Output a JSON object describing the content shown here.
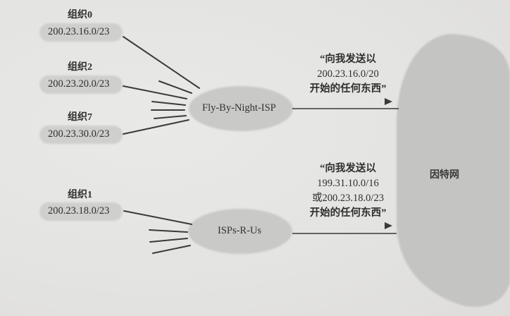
{
  "diagram": {
    "type": "network-route-aggregation",
    "organizations": [
      {
        "name": "组织0",
        "prefix": "200.23.16.0/23",
        "isp": "Fly-By-Night-ISP"
      },
      {
        "name": "组织2",
        "prefix": "200.23.20.0/23",
        "isp": "Fly-By-Night-ISP"
      },
      {
        "name": "组织7",
        "prefix": "200.23.30.0/23",
        "isp": "Fly-By-Night-ISP"
      },
      {
        "name": "组织1",
        "prefix": "200.23.18.0/23",
        "isp": "ISPs-R-Us"
      }
    ],
    "isps": [
      {
        "name": "Fly-By-Night-ISP",
        "advertisement": {
          "line1": "“向我发送以",
          "line2": "200.23.16.0/20",
          "line3": "开始的任何东西”"
        }
      },
      {
        "name": "ISPs-R-Us",
        "advertisement": {
          "line1": "“向我发送以",
          "line2": "199.31.10.0/16",
          "line3": "或200.23.18.0/23",
          "line4": "开始的任何东西”"
        }
      }
    ],
    "internet": {
      "label": "因特网"
    }
  },
  "colors": {
    "background": "#e6e6e4",
    "org_bubble": "#cfcfcd",
    "isp_cloud": "#c8c8c6",
    "internet_cloud": "#c2c2c0",
    "line": "#3a3a3a",
    "arrow": "#4a4a4a"
  }
}
